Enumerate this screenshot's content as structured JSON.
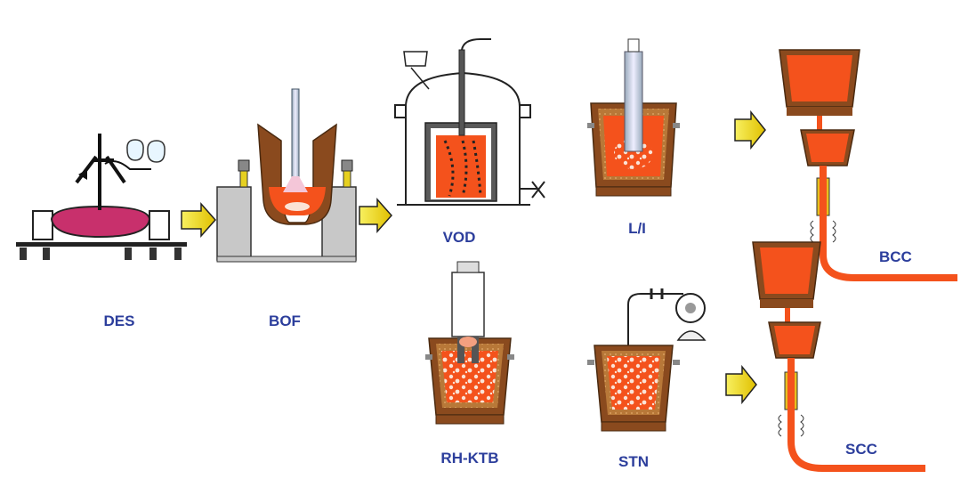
{
  "colors": {
    "steel": "#f4521c",
    "ladle_shell": "#8a4a1e",
    "ladle_lining": "#b87838",
    "arrow": "#f0e020",
    "label": "#2c3e9c",
    "equipment_gray": "#c8c8c8",
    "torpedo": "#c8306c"
  },
  "stations": {
    "des": "DES",
    "bof": "BOF",
    "vod": "VOD",
    "li": "L/I",
    "rhktb": "RH-KTB",
    "stn": "STN",
    "bcc": "BCC",
    "scc": "SCC"
  },
  "arrows": [
    "des-to-bof",
    "bof-to-vod",
    "to-bcc",
    "to-scc"
  ]
}
